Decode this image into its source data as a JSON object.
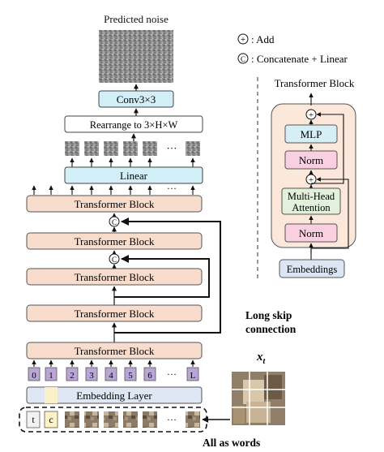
{
  "labels": {
    "predicted_noise": "Predicted noise",
    "conv": "Conv3×3",
    "rearrange": "Rearrange to 3×H×W",
    "linear": "Linear",
    "transformer_block": "Transformer Block",
    "embedding_layer": "Embedding Layer",
    "long_skip_line1": "Long skip",
    "long_skip_line2": "connection",
    "all_as_words": "All as words",
    "x_t_base": "x",
    "x_t_sub": "t",
    "dots": "···"
  },
  "legend": {
    "add_symbol": "+",
    "add_text": ": Add",
    "concat_symbol": "C",
    "concat_text": ": Concatenate + Linear"
  },
  "detail_block": {
    "title": "Transformer Block",
    "mlp": "MLP",
    "norm_top": "Norm",
    "attention_line1": "Multi-Head",
    "attention_line2": "Attention",
    "norm_bottom": "Norm",
    "embeddings": "Embeddings"
  },
  "position_tokens": [
    "0",
    "1",
    "2",
    "3",
    "4",
    "5",
    "6",
    "L"
  ],
  "input_tokens": {
    "time": "t",
    "condition": "c"
  },
  "colors": {
    "transformer_fill": "#f8dccc",
    "linear_fill": "#d2eef6",
    "mlp_fill": "#d6eff7",
    "norm_fill": "#fad0e0",
    "attention_fill": "#e2f0dc",
    "embedding_fill": "#dbe5f4",
    "embedding_layer_fill": "#dfe7f4",
    "panel_fill": "#fce8da",
    "token_fill": "#b9a6d4",
    "cond_fill": "#fdf2c6"
  }
}
